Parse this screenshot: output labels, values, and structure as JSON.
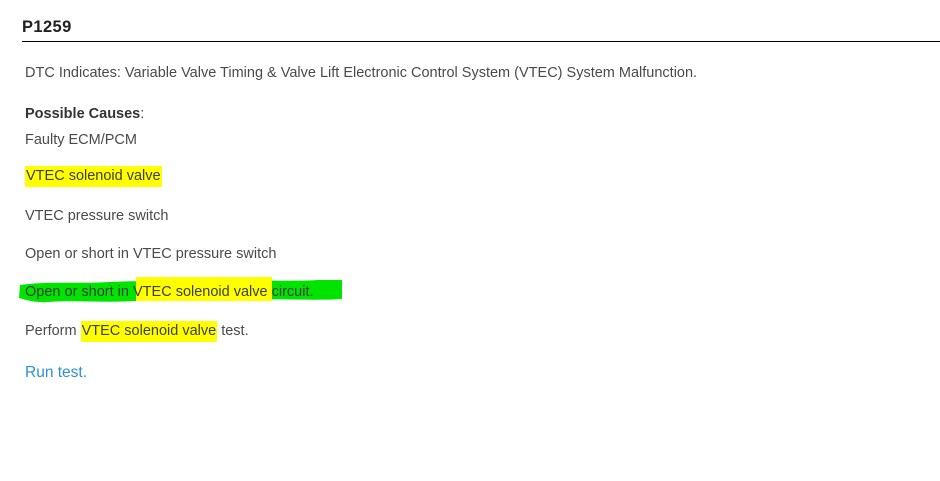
{
  "document": {
    "title": "P1259",
    "dtc_indicates": "DTC Indicates: Variable Valve Timing & Valve Lift Electronic Control System (VTEC) System Malfunction.",
    "causes_heading_label": "Possible Causes",
    "causes_heading_colon": ":",
    "causes": [
      {
        "text": "Faulty ECM/PCM",
        "highlight": "none"
      },
      {
        "text": "VTEC solenoid valve",
        "highlight": "yellow"
      },
      {
        "text": "VTEC pressure switch",
        "highlight": "none"
      },
      {
        "text": "Open or short in VTEC pressure switch",
        "highlight": "none"
      },
      {
        "text": "Open or short in VTEC solenoid valve circuit.",
        "highlight": "green-and-yellow"
      }
    ],
    "perform_line": {
      "prefix": "Perform ",
      "highlighted": "VTEC solenoid valve",
      "suffix": " test."
    },
    "run_test_link": "Run test."
  },
  "colors": {
    "highlight_yellow": "#ffff00",
    "highlight_green": "#00e400",
    "link_blue": "#2d8fd5",
    "text": "#4a4a4a",
    "rule": "#000000",
    "background": "#ffffff"
  }
}
